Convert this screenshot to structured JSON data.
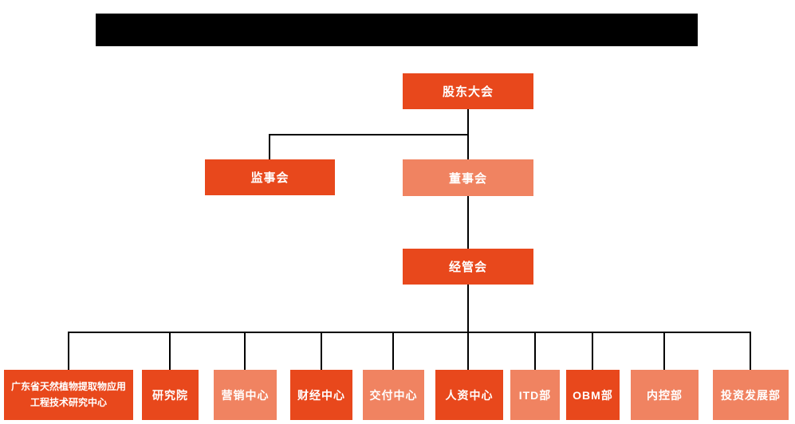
{
  "title_bar": {
    "redacted": true,
    "color": "#000000"
  },
  "colors": {
    "primary": "#e8481c",
    "secondary": "#f08361",
    "connector": "#000000",
    "text": "#ffffff"
  },
  "org": {
    "root": {
      "label": "股东大会",
      "variant": "primary"
    },
    "supervisory": {
      "label": "监事会",
      "variant": "primary"
    },
    "board": {
      "label": "董事会",
      "variant": "secondary"
    },
    "management": {
      "label": "经管会",
      "variant": "primary"
    },
    "departments": [
      {
        "label": "广东省天然植物提取物应用工程技术研究中心",
        "variant": "primary"
      },
      {
        "label": "研究院",
        "variant": "primary"
      },
      {
        "label": "营销中心",
        "variant": "secondary"
      },
      {
        "label": "财经中心",
        "variant": "primary"
      },
      {
        "label": "交付中心",
        "variant": "secondary"
      },
      {
        "label": "人资中心",
        "variant": "primary"
      },
      {
        "label": "ITD部",
        "variant": "secondary"
      },
      {
        "label": "OBM部",
        "variant": "primary"
      },
      {
        "label": "内控部",
        "variant": "secondary"
      },
      {
        "label": "投资发展部",
        "variant": "secondary"
      }
    ]
  }
}
